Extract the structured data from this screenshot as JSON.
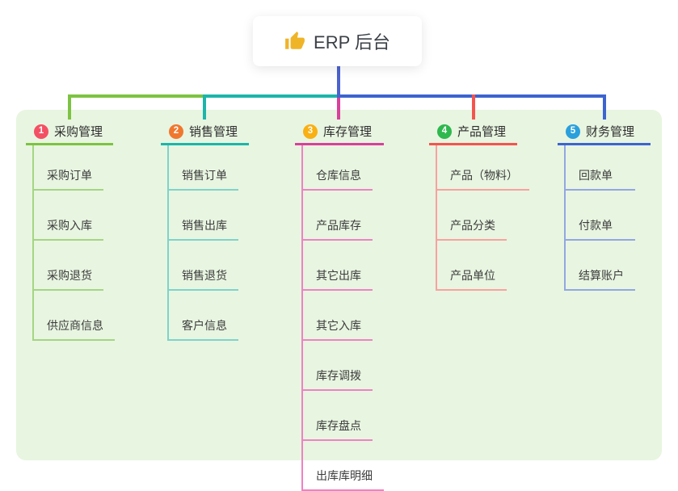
{
  "root": {
    "title": "ERP 后台",
    "icon": "thumbs-up-icon",
    "icon_color": "#f0b428",
    "stem_color": "#4a63ce"
  },
  "panel_bg": "#e8f5e1",
  "branches": [
    {
      "badge": "1",
      "label": "采购管理",
      "badge_color": "#f45063",
      "line_color": "#7cc342",
      "leaf_line_color": "#a5d584",
      "children": [
        "采购订单",
        "采购入库",
        "采购退货",
        "供应商信息"
      ]
    },
    {
      "badge": "2",
      "label": "销售管理",
      "badge_color": "#f0782e",
      "line_color": "#1cb5aa",
      "leaf_line_color": "#7ed3ca",
      "children": [
        "销售订单",
        "销售出库",
        "销售退货",
        "客户信息"
      ]
    },
    {
      "badge": "3",
      "label": "库存管理",
      "badge_color": "#f9b013",
      "line_color": "#d9409b",
      "leaf_line_color": "#ee82c3",
      "children": [
        "仓库信息",
        "产品库存",
        "其它出库",
        "其它入库",
        "库存调拨",
        "库存盘点",
        "出库库明细"
      ]
    },
    {
      "badge": "4",
      "label": "产品管理",
      "badge_color": "#2eb84e",
      "line_color": "#f4544e",
      "leaf_line_color": "#f8a29e",
      "children": [
        "产品（物料）",
        "产品分类",
        "产品单位"
      ]
    },
    {
      "badge": "5",
      "label": "财务管理",
      "badge_color": "#2aa0dc",
      "line_color": "#3c64d0",
      "leaf_line_color": "#92a7e2",
      "children": [
        "回款单",
        "付款单",
        "结算账户"
      ]
    }
  ]
}
